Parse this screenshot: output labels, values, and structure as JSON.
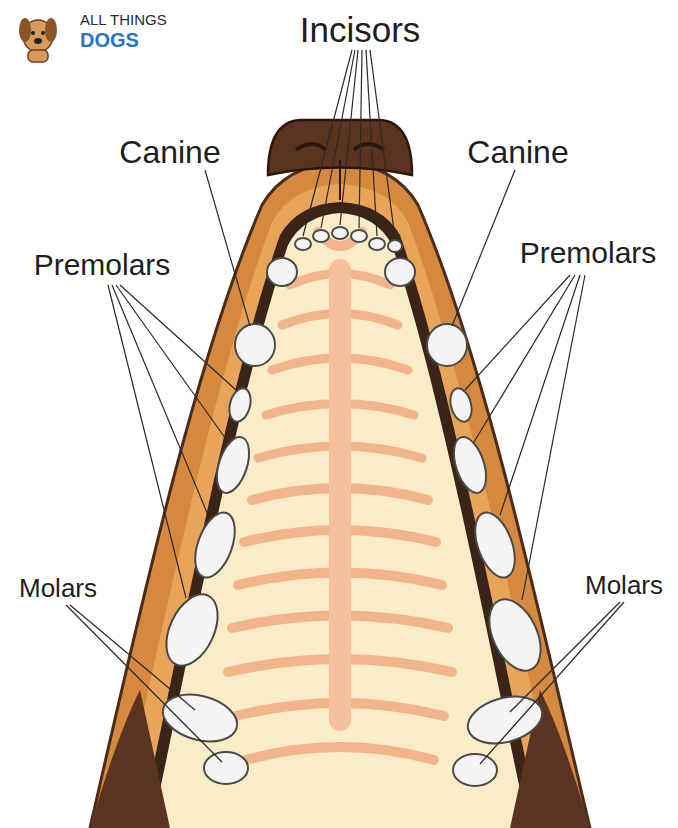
{
  "diagram": {
    "labels": [
      "ALL THINGS",
      "DOGS",
      "Incisors",
      "Canine",
      "Canine",
      "Premolars",
      "Premolars",
      "Molars",
      "Molars"
    ]
  }
}
